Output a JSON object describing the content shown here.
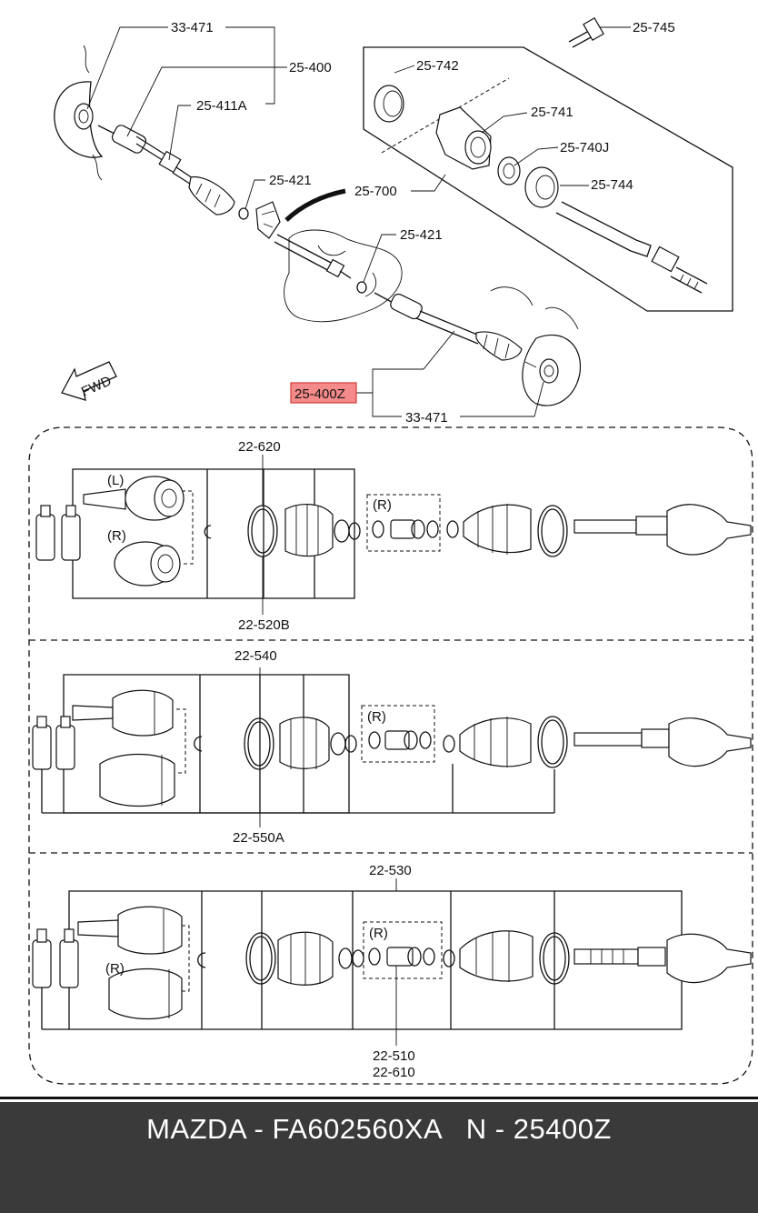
{
  "labels": {
    "p33_471_top": "33-471",
    "p25_400": "25-400",
    "p25_411a": "25-411A",
    "p25_421_a": "25-421",
    "p25_421_b": "25-421",
    "p25_700": "25-700",
    "p25_745": "25-745",
    "p25_742": "25-742",
    "p25_741": "25-741",
    "p25_740j": "25-740J",
    "p25_744": "25-744",
    "p25_400z": "25-400Z",
    "p33_471_bottom": "33-471",
    "fwd": "FWD",
    "p22_620": "22-620",
    "p22_520b": "22-520B",
    "p22_540": "22-540",
    "p22_550a": "22-550A",
    "p22_530": "22-530",
    "p22_510": "22-510",
    "p22_610": "22-610",
    "mark_l": "(L)",
    "mark_r1": "(R)",
    "mark_r2": "(R)",
    "mark_r3": "(R)",
    "mark_r4": "(R)",
    "mark_r5": "(R)"
  },
  "colors": {
    "highlight_fill": "#f58a8a",
    "highlight_border": "#d23c3c",
    "footer_bg": "#3a3a3a",
    "footer_text": "#ffffff"
  },
  "footer": {
    "text": "MAZDA - FA602560XA   N - 25400Z"
  }
}
